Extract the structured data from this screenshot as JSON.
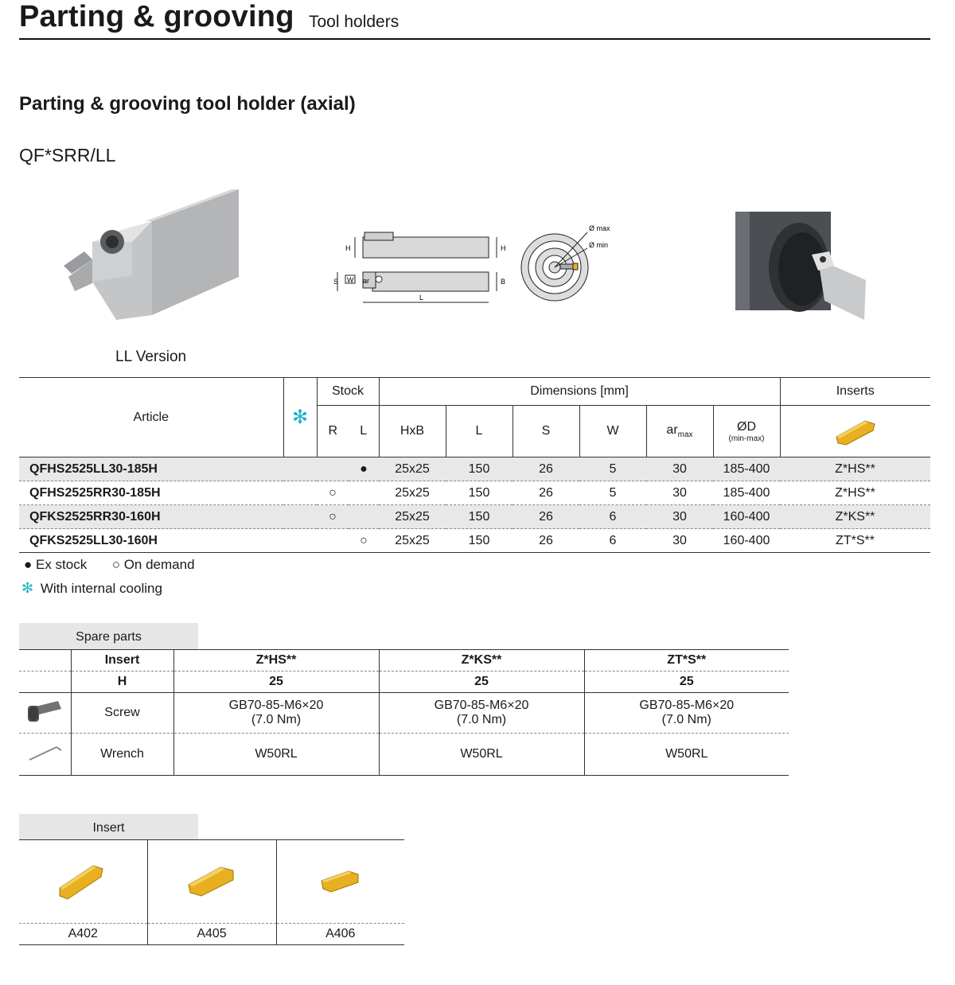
{
  "header": {
    "title": "Parting & grooving",
    "subtitle": "Tool holders"
  },
  "section_title": "Parting & grooving tool holder (axial)",
  "model_code": "QF*SRR/LL",
  "image_caption": "LL Version",
  "drawing_labels": {
    "h": "H",
    "s": "S",
    "w": "W",
    "ar": "ar",
    "b": "B",
    "l": "L",
    "dmax": "Ø max",
    "dmin": "Ø min"
  },
  "table": {
    "article_header": "Article",
    "stock_header": "Stock",
    "dimensions_header": "Dimensions [mm]",
    "inserts_header": "Inserts",
    "stock_r": "R",
    "stock_l": "L",
    "col_hxb": "HxB",
    "col_l": "L",
    "col_s": "S",
    "col_w": "W",
    "col_ar": "ar",
    "col_ar_sub": "max",
    "col_od": "ØD",
    "col_od_sub": "(min-max)",
    "cooling_symbol": "✻",
    "rows": [
      {
        "article": "QFHS2525LL30-185H",
        "r": "",
        "l": "●",
        "hxb": "25x25",
        "len": "150",
        "s": "26",
        "w": "5",
        "ar": "30",
        "od": "185-400",
        "insert": "Z*HS**"
      },
      {
        "article": "QFHS2525RR30-185H",
        "r": "○",
        "l": "",
        "hxb": "25x25",
        "len": "150",
        "s": "26",
        "w": "5",
        "ar": "30",
        "od": "185-400",
        "insert": "Z*HS**"
      },
      {
        "article": "QFKS2525RR30-160H",
        "r": "○",
        "l": "",
        "hxb": "25x25",
        "len": "150",
        "s": "26",
        "w": "6",
        "ar": "30",
        "od": "160-400",
        "insert": "Z*KS**"
      },
      {
        "article": "QFKS2525LL30-160H",
        "r": "",
        "l": "○",
        "hxb": "25x25",
        "len": "150",
        "s": "26",
        "w": "6",
        "ar": "30",
        "od": "160-400",
        "insert": "ZT*S**"
      }
    ]
  },
  "legend": {
    "ex_stock": "● Ex stock",
    "on_demand": "○ On demand",
    "cooling": "With internal cooling"
  },
  "spare_parts": {
    "label": "Spare parts",
    "insert_label": "Insert",
    "h_label": "H",
    "screw_label": "Screw",
    "wrench_label": "Wrench",
    "columns": [
      {
        "insert": "Z*HS**",
        "h": "25",
        "screw": "GB70-85-M6×20",
        "torque": "(7.0 Nm)",
        "wrench": "W50RL"
      },
      {
        "insert": "Z*KS**",
        "h": "25",
        "screw": "GB70-85-M6×20",
        "torque": "(7.0 Nm)",
        "wrench": "W50RL"
      },
      {
        "insert": "ZT*S**",
        "h": "25",
        "screw": "GB70-85-M6×20",
        "torque": "(7.0 Nm)",
        "wrench": "W50RL"
      }
    ]
  },
  "inserts": {
    "label": "Insert",
    "items": [
      "A402",
      "A405",
      "A406"
    ]
  },
  "colors": {
    "insert_gold": "#e8b020",
    "cooling_cyan": "#1fb3c9",
    "shade": "#e8e8e8"
  }
}
